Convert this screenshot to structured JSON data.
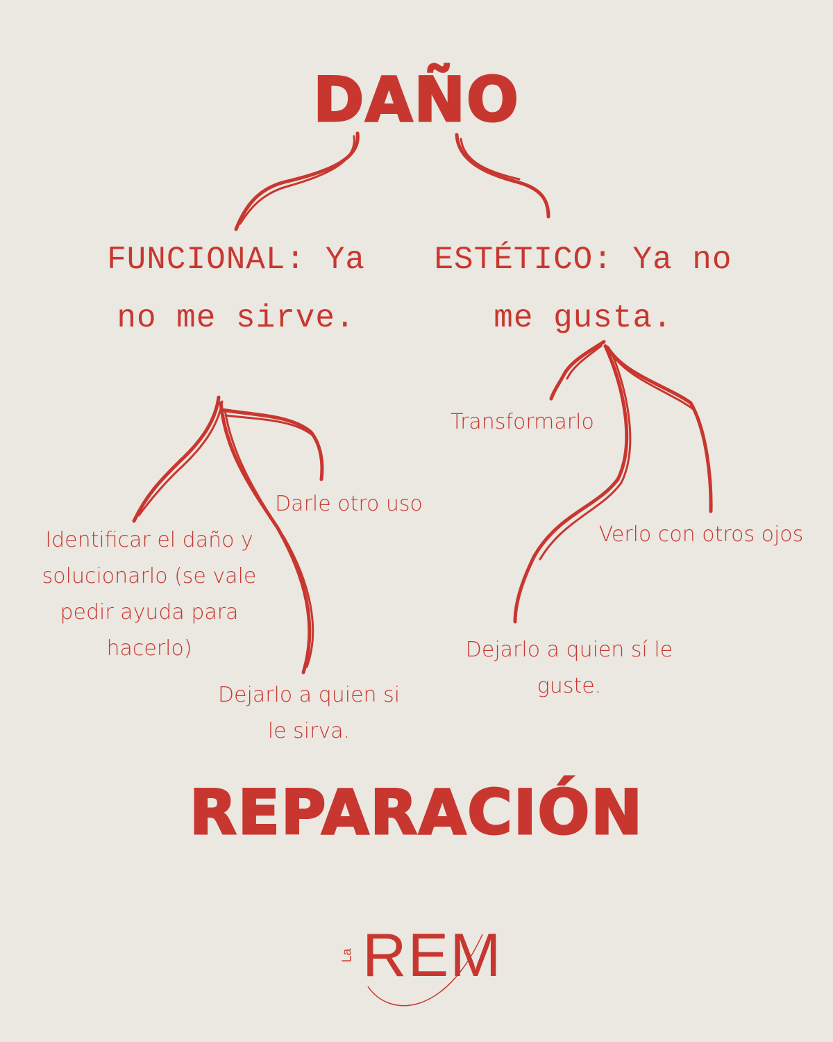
{
  "title_top": "DAÑO",
  "title_bottom": "REPARACIÓN",
  "branches": {
    "funcional": "FUNCIONAL: Ya no me sirve.",
    "estetico": "ESTÉTICO: Ya no me gusta."
  },
  "leaves": {
    "transformarlo": "Transformarlo",
    "darle_otro_uso": "Darle otro uso",
    "identificar": "Identificar el daño y solucionarlo (se vale pedir ayuda para hacerlo)",
    "verlo": "Verlo con otros ojos",
    "dejarlo_guste": "Dejarlo a quien sí le guste.",
    "dejarlo_sirva": "Dejarlo a quien si le sirva."
  },
  "logo": {
    "prefix": "La",
    "name": "REM"
  },
  "colors": {
    "accent": "#c8372f",
    "background": "#ebe7e1"
  }
}
